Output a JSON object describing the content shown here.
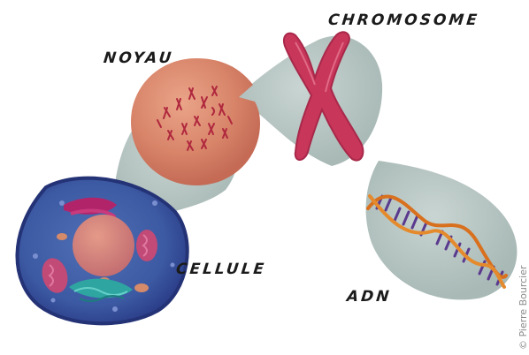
{
  "labels": {
    "noyau": "NOYAU",
    "chromosome": "CHROMOSOME",
    "cellule": "CELLULE",
    "adn": "ADN"
  },
  "credit": "© Pierre Bourcier",
  "colors": {
    "background": "#ffffff",
    "bubble": "#aebfbc",
    "cell_membrane": "#2c3c84",
    "cell_cytoplasm": "#3e5fa8",
    "nucleus": "#d98a6e",
    "chromosome": "#c8365a",
    "dna_backbone": "#d8701e",
    "dna_pairs": "#5a3a8e",
    "text": "#1b1b1b",
    "credit_text": "#8a8a8a"
  }
}
